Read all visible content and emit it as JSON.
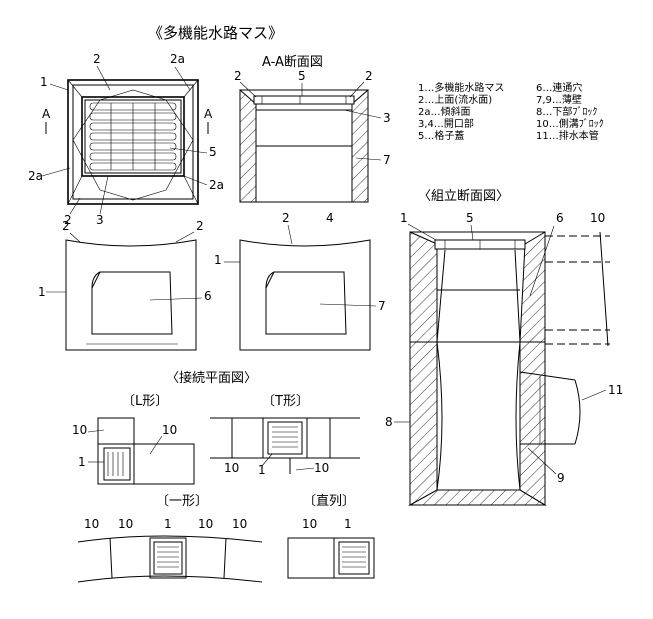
{
  "title": "《多機能水路マス》",
  "section_aa_title": "A-A断面図",
  "assembly_title": "〈組立断面図〉",
  "connection_title": "〈接続平面図〉",
  "l_type": "〔L形〕",
  "t_type": "〔T形〕",
  "straight_type": "〔一形〕",
  "series_type": "〔直列〕",
  "section_mark": "A",
  "legend_left": [
    "1…多機能水路マス",
    "2…上面(流水面)",
    "2a…傾斜面",
    "3,4…開口部",
    "5…格子蓋"
  ],
  "legend_right": [
    "6…連通穴",
    "7,9…薄壁",
    "8…下部ﾌﾞﾛｯｸ",
    "10…側溝ﾌﾞﾛｯｸ",
    "11…排水本管"
  ],
  "labels": {
    "n1": "1",
    "n2": "2",
    "n2a": "2a",
    "n3": "3",
    "n4": "4",
    "n5": "5",
    "n6": "6",
    "n7": "7",
    "n8": "8",
    "n9": "9",
    "n10": "10",
    "n11": "11"
  }
}
